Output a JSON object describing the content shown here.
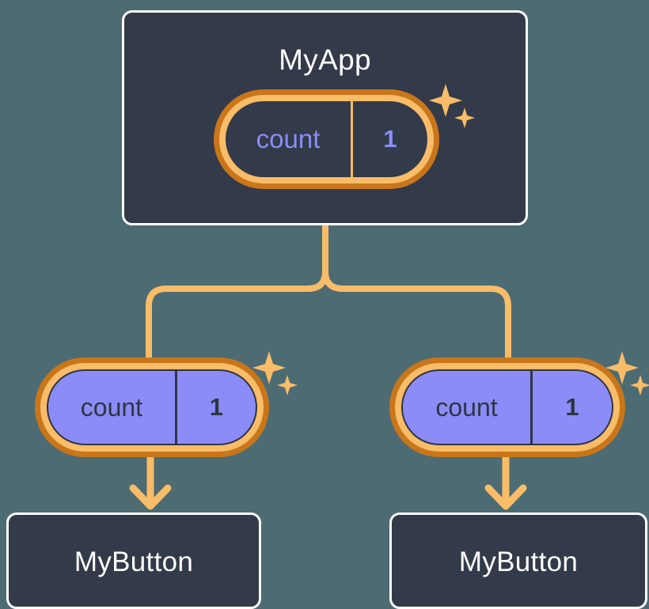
{
  "diagram": {
    "type": "component-state-tree",
    "background_color": "#4d6b72",
    "accent_color": "#f9bc68",
    "accent_dark_color": "#c9761a",
    "state_color": "#8b8cf7",
    "card_color": "#333a49",
    "nodes": {
      "root": {
        "label": "MyApp",
        "state": {
          "key": "count",
          "value": "1",
          "style": "outline",
          "sparkle": "sparkle-icon"
        }
      },
      "children": [
        {
          "label": "MyButton",
          "state": {
            "key": "count",
            "value": "1",
            "style": "filled",
            "sparkle": "sparkle-icon"
          }
        },
        {
          "label": "MyButton",
          "state": {
            "key": "count",
            "value": "1",
            "style": "filled",
            "sparkle": "sparkle-icon"
          }
        }
      ]
    },
    "connectors": {
      "branch": "tree-branch-line",
      "arrow": "down-arrow"
    }
  }
}
